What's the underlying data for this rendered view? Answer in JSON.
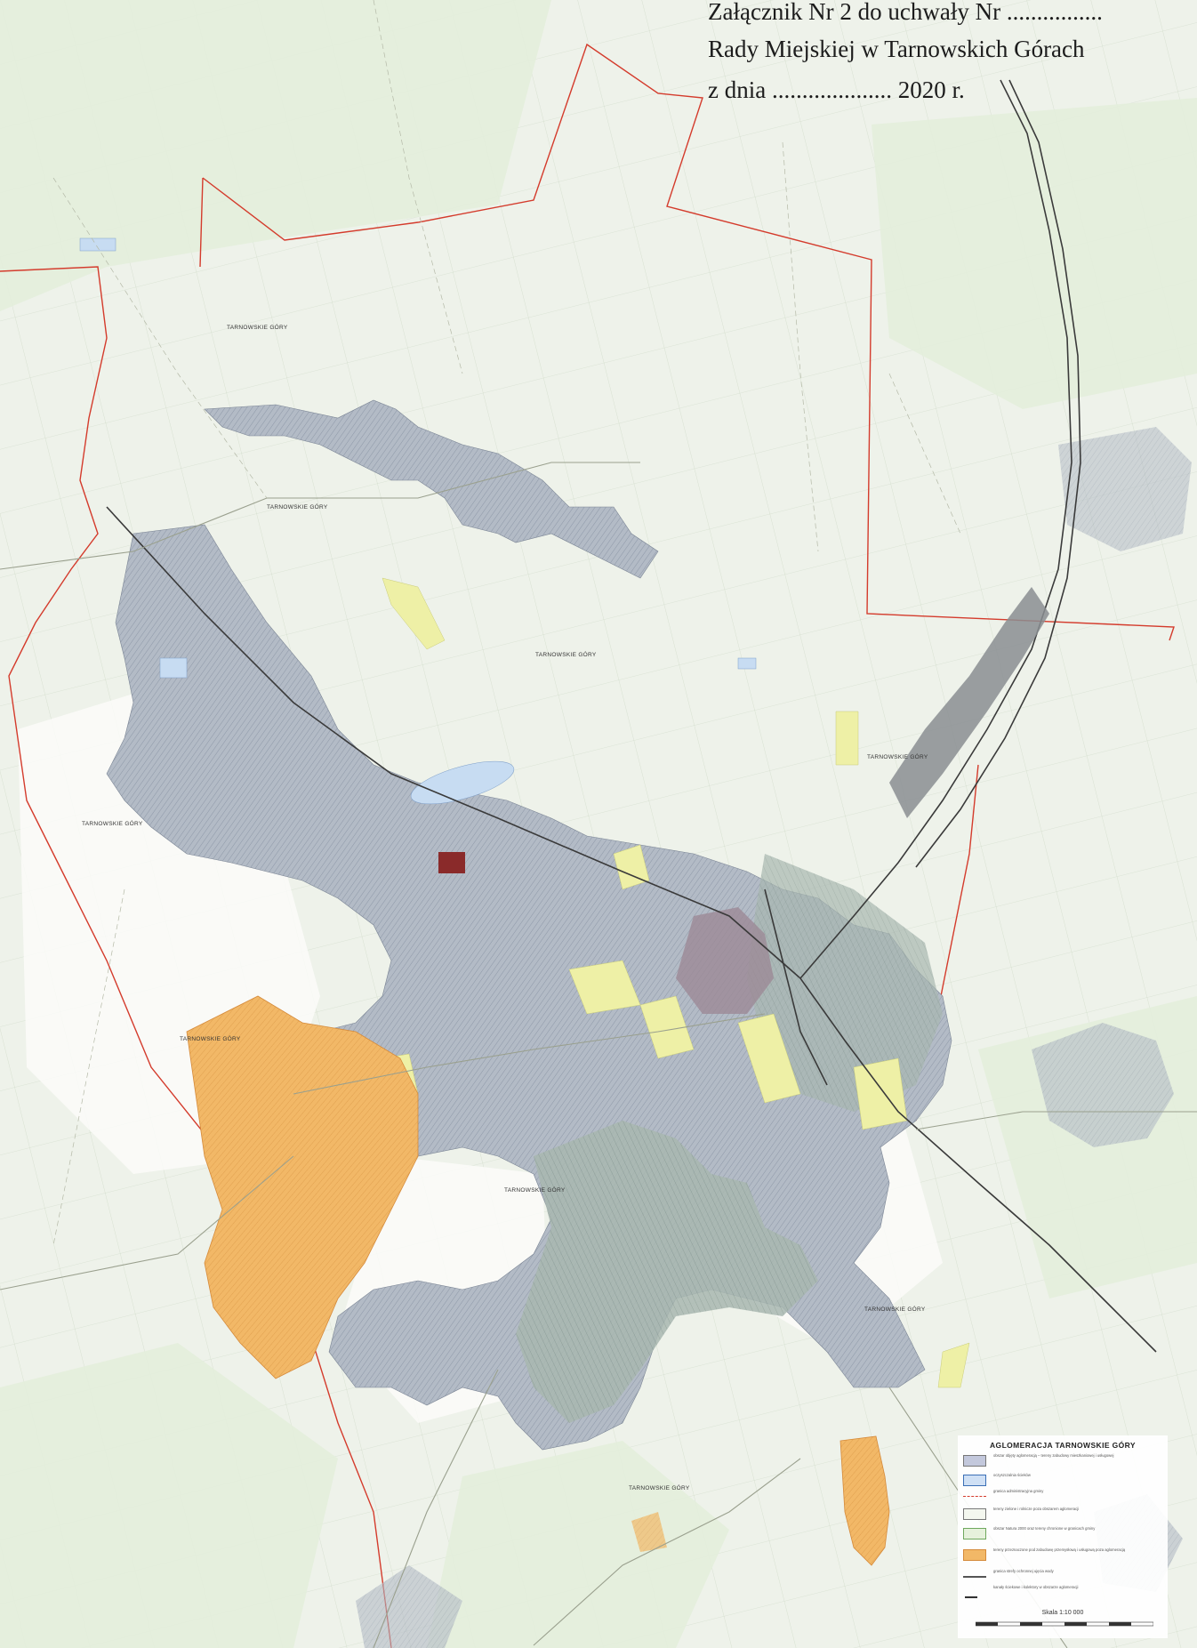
{
  "header": {
    "line1": "Załącznik Nr 2 do uchwały Nr ................",
    "line2": "Rady Miejskiej w Tarnowskich Górach",
    "line3": "z dnia .................... 2020 r."
  },
  "map_labels": {
    "tg_north": "TARNOWSKIE GÓRY",
    "tg_north2": "TARNOWSKIE GÓRY",
    "tg_center_n": "TARNOWSKIE GÓRY",
    "tg_east": "TARNOWSKIE GÓRY",
    "tg_west": "TARNOWSKIE GÓRY",
    "tg_west2": "TARNOWSKIE GÓRY",
    "tg_center": "TARNOWSKIE GÓRY",
    "tg_southeast": "TARNOWSKIE GÓRY",
    "tg_south": "TARNOWSKIE GÓRY"
  },
  "legend": {
    "title": "AGLOMERACJA TARNOWSKIE GÓRY",
    "items": [
      {
        "text": "obszar objęty aglomeracją – tereny zabudowy mieszkaniowej i usługowej",
        "swatch": "#c3c8dc"
      },
      {
        "text": "oczyszczalnia ścieków",
        "swatch": "#cfe0f5"
      },
      {
        "text": "granica administracyjna gminy",
        "swatch": "#ffffff"
      },
      {
        "text": "tereny zielone i rolnicze poza obszarem aglomeracji",
        "swatch": "#f4f7ef"
      },
      {
        "text": "obszar Natura 2000 oraz tereny chronione w granicach gminy",
        "swatch": "#e6f1dc"
      },
      {
        "text": "tereny przeznaczone pod zabudowę przemysłową i usługową poza aglomeracją",
        "swatch": "#f2b867"
      },
      {
        "text": "granica strefy ochronnej ujęcia wody",
        "swatch": "#ffffff"
      },
      {
        "text": "kanały ściekowe i kolektory w obszarze aglomeracji",
        "swatch": "#ffffff"
      }
    ],
    "scale_label": "Skala 1:10 000"
  },
  "colors": {
    "background": "#eef2ea",
    "urban": "#b4bcc4",
    "boundary": "#d43b2c",
    "orange_zone": "#f2b867",
    "yellow_zone": "#eef0a6",
    "railway": "#3a3a3a",
    "industrial_red": "#8a2a2a"
  }
}
